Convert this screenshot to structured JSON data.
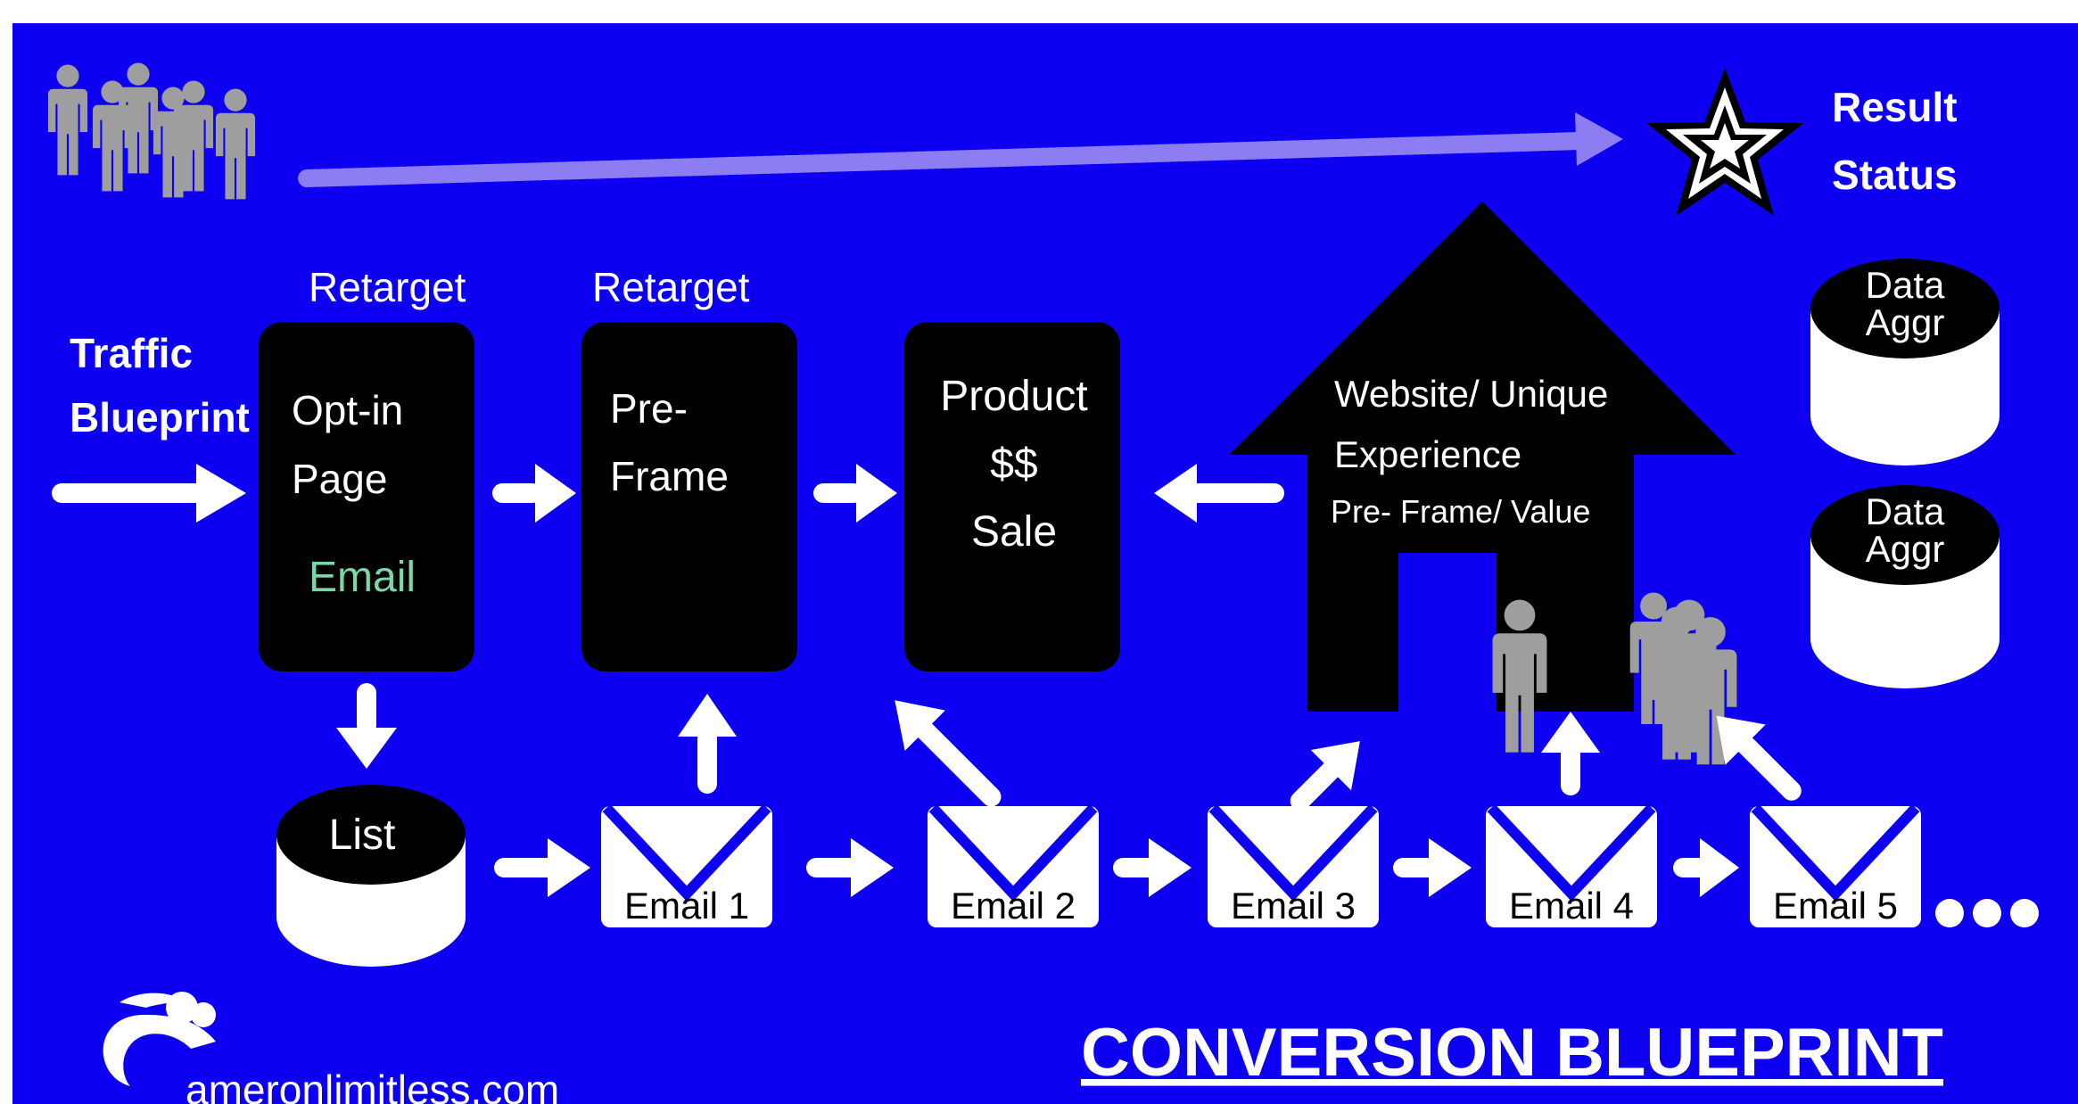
{
  "colors": {
    "background": "#0d00f2",
    "box": "#000000",
    "arrow": "#ffffff",
    "traffic_arrow": "#8c7df2",
    "people": "#9e9e9e",
    "email_label": "#7ed6a6"
  },
  "icons": [
    "people-group-icon",
    "star-icon",
    "database-icon",
    "house-icon",
    "envelope-icon",
    "person-icon",
    "logo-icon"
  ],
  "traffic": {
    "line1": "Traffic",
    "line2": "Blueprint"
  },
  "result": {
    "line1": "Result",
    "line2": "Status"
  },
  "optin": {
    "retarget": "Retarget",
    "line1": "Opt-in",
    "line2": "Page",
    "email": "Email"
  },
  "preframe": {
    "retarget": "Retarget",
    "line1": "Pre-",
    "line2": "Frame"
  },
  "product": {
    "line1": "Product",
    "line2": "$$",
    "line3": "Sale"
  },
  "website": {
    "line1": "Website/ Unique",
    "line2": "Experience",
    "line3": "Pre- Frame/ Value"
  },
  "data_aggr": [
    {
      "line1": "Data",
      "line2": "Aggr"
    },
    {
      "line1": "Data",
      "line2": "Aggr"
    }
  ],
  "list_label": "List",
  "emails": [
    "Email 1",
    "Email 2",
    "Email 3",
    "Email 4",
    "Email 5"
  ],
  "title": "CONVERSION BLUEPRINT",
  "brand": "ameronlimitless.com"
}
